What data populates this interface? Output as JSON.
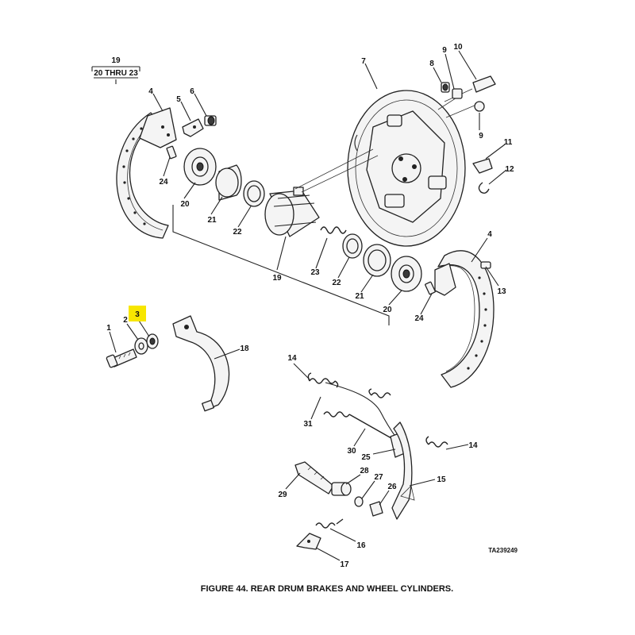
{
  "figure": {
    "caption": "FIGURE 44. REAR DRUM BRAKES AND WHEEL CYLINDERS.",
    "drawing_number": "TA239249",
    "highlight_color": "#f7e600",
    "highlighted_callout": "3"
  },
  "group_label": {
    "number": "19",
    "range": "20 THRU 23"
  },
  "callouts": {
    "c1": "1",
    "c2": "2",
    "c3": "3",
    "c4a": "4",
    "c4b": "4",
    "c5": "5",
    "c6": "6",
    "c7": "7",
    "c8": "8",
    "c9": "9",
    "c10": "10",
    "c11": "11",
    "c12": "12",
    "c13": "13",
    "c14a": "14",
    "c14b": "14",
    "c15": "15",
    "c16": "16",
    "c17": "17",
    "c18": "18",
    "c19": "19",
    "c20a": "20",
    "c20b": "20",
    "c21a": "21",
    "c21b": "21",
    "c22a": "22",
    "c22b": "22",
    "c23": "23",
    "c24a": "24",
    "c24b": "24",
    "c25": "25",
    "c26": "26",
    "c27": "27",
    "c28": "28",
    "c29": "29",
    "c30": "30",
    "c31": "31"
  }
}
